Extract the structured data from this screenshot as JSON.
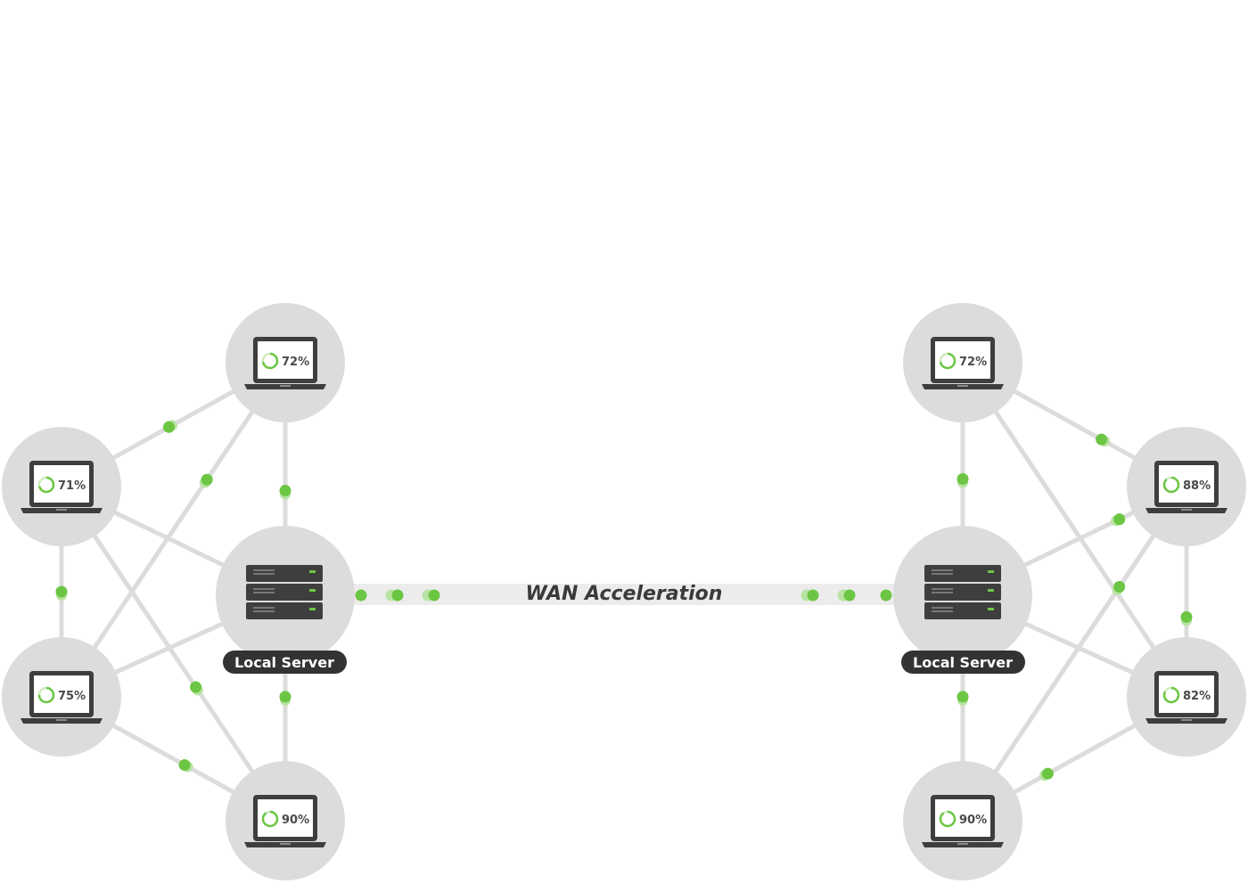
{
  "diagram": {
    "wan_label": "WAN Acceleration",
    "colors": {
      "node_bg": "#dcdcdd",
      "link": "#dcdcdd",
      "accent_green": "#6cc644",
      "dark": "#333333",
      "laptop_body": "#3e3e3e"
    },
    "networks": [
      {
        "id": "left",
        "server_label": "Local Server",
        "clients": [
          {
            "id": "top",
            "percent": "72%",
            "value": 72
          },
          {
            "id": "upper",
            "percent": "71%",
            "value": 71
          },
          {
            "id": "lower",
            "percent": "75%",
            "value": 75
          },
          {
            "id": "bottom",
            "percent": "90%",
            "value": 90
          }
        ]
      },
      {
        "id": "right",
        "server_label": "Local Server",
        "clients": [
          {
            "id": "top",
            "percent": "72%",
            "value": 72
          },
          {
            "id": "upper",
            "percent": "88%",
            "value": 88
          },
          {
            "id": "lower",
            "percent": "82%",
            "value": 82
          },
          {
            "id": "bottom",
            "percent": "90%",
            "value": 90
          }
        ]
      }
    ]
  }
}
